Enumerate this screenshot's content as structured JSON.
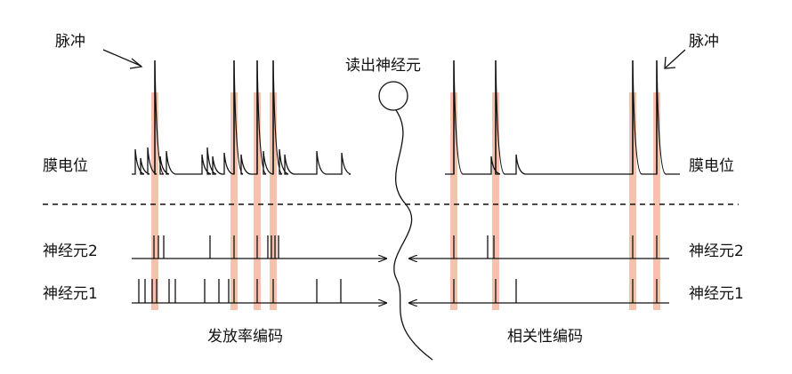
{
  "labels": {
    "spike_left": "脉冲",
    "spike_right": "脉冲",
    "membrane_left": "膜电位",
    "membrane_right": "膜电位",
    "neuron2_left": "神经元2",
    "neuron1_left": "神经元1",
    "neuron2_right": "神经元2",
    "neuron1_right": "神经元1",
    "readout": "读出神经元",
    "rate_coding": "发放率编码",
    "correlation_coding": "相关性编码"
  },
  "colors": {
    "highlight": "#f4b79f",
    "line": "#111111",
    "background": "#ffffff"
  }
}
